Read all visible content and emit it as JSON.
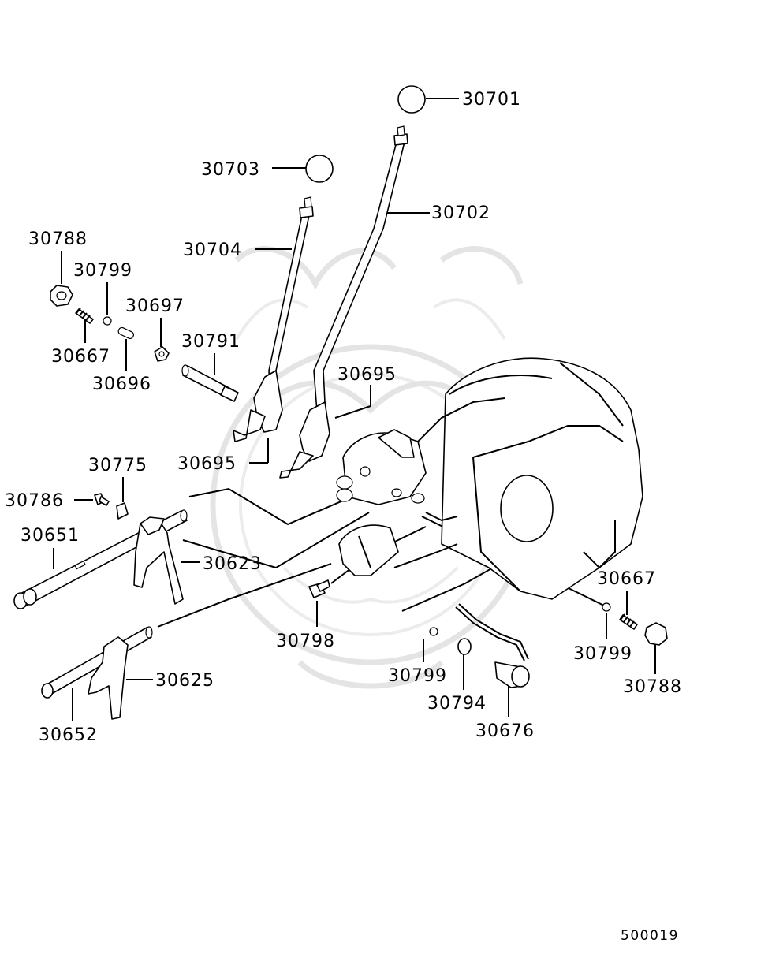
{
  "diagram": {
    "diagram_number": "500019",
    "callouts": [
      {
        "id": "c-30701",
        "part": "30701"
      },
      {
        "id": "c-30702",
        "part": "30702"
      },
      {
        "id": "c-30703",
        "part": "30703"
      },
      {
        "id": "c-30704",
        "part": "30704"
      },
      {
        "id": "c-30788-a",
        "part": "30788"
      },
      {
        "id": "c-30799-a",
        "part": "30799"
      },
      {
        "id": "c-30697",
        "part": "30697"
      },
      {
        "id": "c-30667-a",
        "part": "30667"
      },
      {
        "id": "c-30696",
        "part": "30696"
      },
      {
        "id": "c-30791",
        "part": "30791"
      },
      {
        "id": "c-30695-a",
        "part": "30695"
      },
      {
        "id": "c-30695-b",
        "part": "30695"
      },
      {
        "id": "c-30775",
        "part": "30775"
      },
      {
        "id": "c-30786",
        "part": "30786"
      },
      {
        "id": "c-30651",
        "part": "30651"
      },
      {
        "id": "c-30623",
        "part": "30623"
      },
      {
        "id": "c-30798",
        "part": "30798"
      },
      {
        "id": "c-30667-b",
        "part": "30667"
      },
      {
        "id": "c-30799-b",
        "part": "30799"
      },
      {
        "id": "c-30788-b",
        "part": "30788"
      },
      {
        "id": "c-30799-c",
        "part": "30799"
      },
      {
        "id": "c-30794",
        "part": "30794"
      },
      {
        "id": "c-30676",
        "part": "30676"
      },
      {
        "id": "c-30625",
        "part": "30625"
      },
      {
        "id": "c-30652",
        "part": "30652"
      }
    ]
  }
}
